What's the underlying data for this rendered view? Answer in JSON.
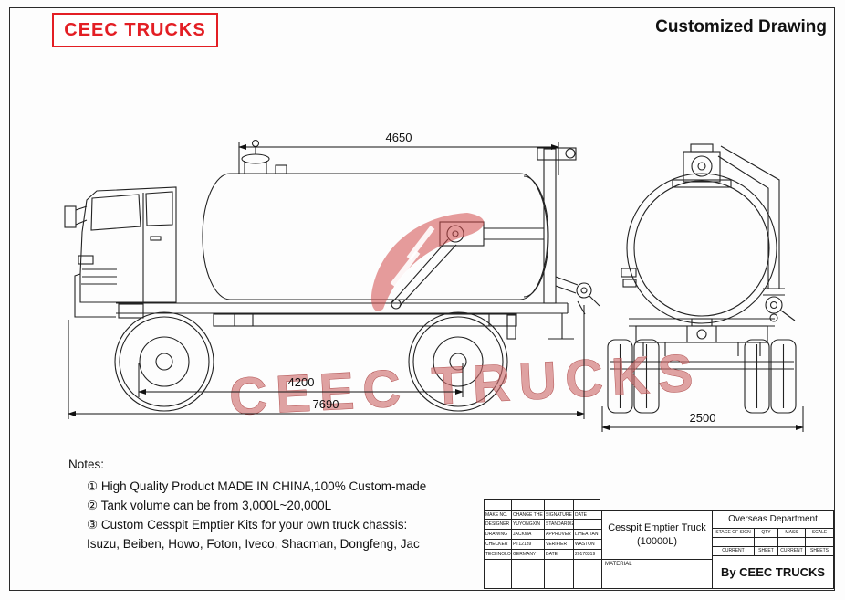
{
  "header": {
    "logo": "CEEC TRUCKS",
    "title": "Customized Drawing",
    "logo_color": "#e31e24"
  },
  "watermark": {
    "text": "CEEC TRUCKS",
    "color": "#cd6b6b"
  },
  "drawing": {
    "dimensions": {
      "tank_length": "4650",
      "wheelbase": "4200",
      "overall_length": "7690",
      "overall_width": "2500"
    }
  },
  "notes": {
    "heading": "Notes:",
    "items": [
      "① High Quality Product MADE IN CHINA,100% Custom-made",
      "② Tank volume can be from 3,000L~20,000L",
      "③ Custom Cesspit Emptier Kits for your own truck chassis:",
      "Isuzu, Beiben, Howo, Foton, Iveco, Shacman, Dongfeng, Jac"
    ]
  },
  "title_block": {
    "header_row": [
      "MAKE NO.",
      "CHANGE THE FILE NO.",
      "SIGNATURE",
      "DATE"
    ],
    "rows": [
      [
        "DESIGNER",
        "YUYONGXIN",
        "STANDARDIZATION",
        ""
      ],
      [
        "DRAWING",
        "JACKMA",
        "APPROVER",
        "LIHEATIAN"
      ],
      [
        "CHECKER",
        "PT12139",
        "VERIFIER",
        "WASTON"
      ],
      [
        "TECHNOLOGIST",
        "GERMANY",
        "DATE",
        "20170319"
      ]
    ],
    "material_label": "MATERIAL",
    "product_name": "Cesspit Emptier Truck",
    "product_spec": "(10000L)",
    "department": "Overseas Department",
    "sign_row": [
      "STAGE OF SIGN",
      "QTY",
      "MASS",
      "SCALE"
    ],
    "sheet_row": [
      "CURRENT",
      "SHEET",
      "CURRENT",
      "SHEETS"
    ],
    "by": "By CEEC TRUCKS"
  }
}
